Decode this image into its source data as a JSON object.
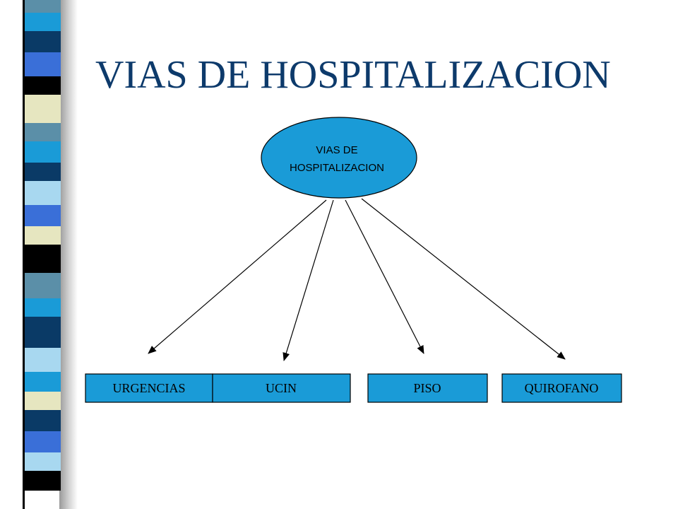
{
  "slide": {
    "title": "VIAS DE HOSPITALIZACION"
  },
  "diagram": {
    "root": {
      "line1": "VIAS DE",
      "line2": "HOSPITALIZACION"
    },
    "children": [
      {
        "label": "URGENCIAS"
      },
      {
        "label": "UCIN"
      },
      {
        "label": "PISO"
      },
      {
        "label": "QUIROFANO"
      }
    ],
    "colors": {
      "node_fill": "#1a9bd7",
      "outline": "#000000",
      "title": "#0d3a6b"
    }
  },
  "decoration": {
    "stripe_colors": [
      "#0a3a66",
      "#5b8fa8",
      "#1a9bd7",
      "#2e6fb5",
      "#000000",
      "#e6e6c0",
      "#a8d8f0",
      "#3a6fd8"
    ]
  }
}
